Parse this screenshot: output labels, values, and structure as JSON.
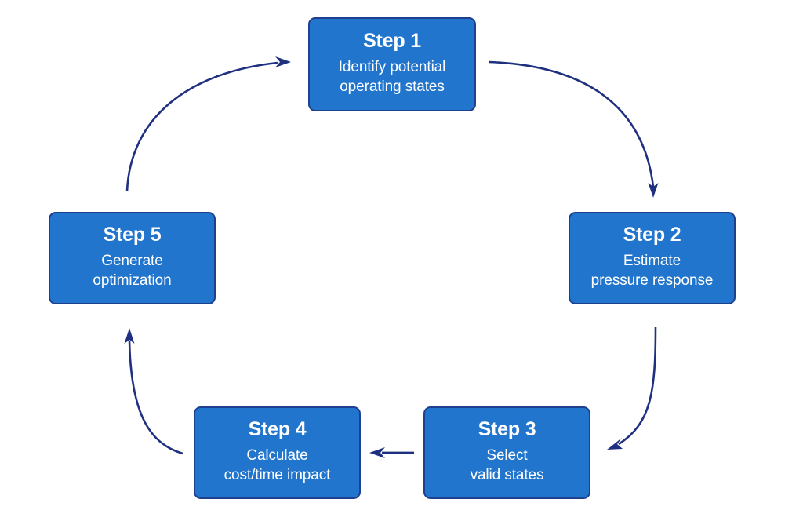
{
  "diagram": {
    "type": "cycle",
    "colors": {
      "box_fill": "#2275cc",
      "box_border": "#1f3f8f",
      "arrow": "#1f3080",
      "text": "#ffffff",
      "background": "#ffffff"
    },
    "steps": [
      {
        "id": "step-1",
        "title": "Step 1",
        "desc_lines": [
          "Identify potential",
          "operating states"
        ]
      },
      {
        "id": "step-2",
        "title": "Step 2",
        "desc_lines": [
          "Estimate",
          "pressure response"
        ]
      },
      {
        "id": "step-3",
        "title": "Step 3",
        "desc_lines": [
          "Select",
          "valid states"
        ]
      },
      {
        "id": "step-4",
        "title": "Step 4",
        "desc_lines": [
          "Calculate",
          "cost/time impact"
        ]
      },
      {
        "id": "step-5",
        "title": "Step 5",
        "desc_lines": [
          "Generate",
          "optimization"
        ]
      }
    ],
    "connectors": [
      {
        "id": "arrow-step-1-to-step-2",
        "from": "step-1",
        "to": "step-2",
        "shape": "curve",
        "direction": "clockwise"
      },
      {
        "id": "arrow-step-2-to-step-3",
        "from": "step-2",
        "to": "step-3",
        "shape": "curve",
        "direction": "clockwise"
      },
      {
        "id": "arrow-step-3-to-step-4",
        "from": "step-3",
        "to": "step-4",
        "shape": "straight",
        "direction": "left"
      },
      {
        "id": "arrow-step-4-to-step-5",
        "from": "step-4",
        "to": "step-5",
        "shape": "curve",
        "direction": "clockwise"
      },
      {
        "id": "arrow-step-5-to-step-1",
        "from": "step-5",
        "to": "step-1",
        "shape": "curve",
        "direction": "clockwise"
      }
    ]
  }
}
